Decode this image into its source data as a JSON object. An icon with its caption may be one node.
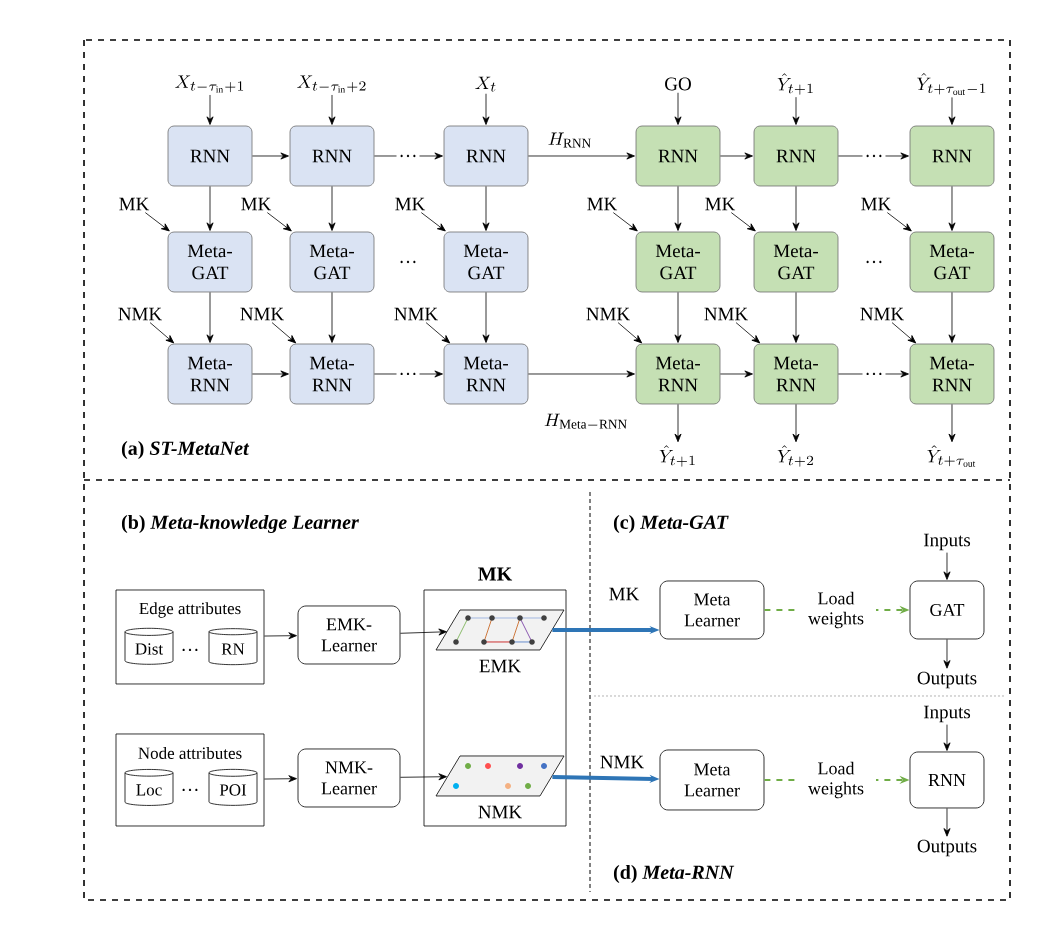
{
  "diagram": {
    "nodes": [
      {
        "text": [
          "X_{t-\\tau_{\\mathrm{in}}+1}"
        ]
      },
      {
        "text": [
          "X_{t-\\tau_{\\mathrm{in}}+2}"
        ]
      },
      {
        "text": [
          "X_t"
        ]
      },
      {
        "text": [
          "GO"
        ]
      },
      {
        "text": [
          "\\hat{Y}_{t+1}"
        ]
      },
      {
        "text": [
          "\\hat{Y}_{t+\\tau_{\\mathrm{out}}-1}"
        ]
      },
      {
        "text": [
          "RNN"
        ]
      },
      {
        "text": [
          "RNN"
        ]
      },
      {
        "text": [
          "RNN"
        ]
      },
      {
        "text": [
          "RNN"
        ]
      },
      {
        "text": [
          "RNN"
        ]
      },
      {
        "text": [
          "RNN"
        ]
      },
      {
        "text": [
          "Meta-GAT"
        ]
      },
      {
        "text": [
          "Meta-GAT"
        ]
      },
      {
        "text": [
          "Meta-GAT"
        ]
      },
      {
        "text": [
          "Meta-GAT"
        ]
      },
      {
        "text": [
          "Meta-GAT"
        ]
      },
      {
        "text": [
          "Meta-GAT"
        ]
      },
      {
        "text": [
          "Meta-RNN"
        ]
      },
      {
        "text": [
          "Meta-RNN"
        ]
      },
      {
        "text": [
          "Meta-RNN"
        ]
      },
      {
        "text": [
          "Meta-RNN"
        ]
      },
      {
        "text": [
          "Meta-RNN"
        ]
      },
      {
        "text": [
          "Meta-RNN"
        ]
      },
      {
        "text": [
          "\\hat{Y}_{t+1}"
        ]
      },
      {
        "text": [
          "\\hat{Y}_{t+2}"
        ]
      },
      {
        "text": [
          "\\hat{Y}_{t+\\tau_{\\mathrm{out}}}"
        ]
      },
      {
        "text": [
          "MK"
        ]
      },
      {
        "text": [
          "MK"
        ]
      },
      {
        "text": [
          "MK"
        ]
      },
      {
        "text": [
          "MK"
        ]
      },
      {
        "text": [
          "MK"
        ]
      },
      {
        "text": [
          "MK"
        ]
      },
      {
        "text": [
          "NMK"
        ]
      },
      {
        "text": [
          "NMK"
        ]
      },
      {
        "text": [
          "NMK"
        ]
      },
      {
        "text": [
          "NMK"
        ]
      },
      {
        "text": [
          "NMK"
        ]
      },
      {
        "text": [
          "NMK"
        ]
      },
      {
        "text": [
          "Edge attributes"
        ]
      },
      {
        "text": [
          "Dist"
        ],
        "in": 39
      },
      {
        "text": [
          "RN"
        ],
        "in": 39
      },
      {
        "text": [
          "Node attributes"
        ]
      },
      {
        "text": [
          "Loc"
        ],
        "in": 42
      },
      {
        "text": [
          "POI"
        ],
        "in": 42
      },
      {
        "text": [
          "EMK-Learner"
        ]
      },
      {
        "text": [
          "NMK-Learner"
        ]
      },
      {
        "text": [
          "MK"
        ]
      },
      {
        "text": [
          "EMK"
        ],
        "in": 47
      },
      {
        "text": [
          "NMK"
        ],
        "in": 47
      },
      {
        "text": [
          "Meta Learner"
        ]
      },
      {
        "text": [
          "GAT"
        ]
      },
      {
        "text": [
          "Inputs"
        ]
      },
      {
        "text": [
          "Outputs"
        ]
      },
      {
        "text": [
          "Meta Learner"
        ]
      },
      {
        "text": [
          "RNN"
        ]
      },
      {
        "text": [
          "Inputs"
        ]
      },
      {
        "text": [
          "Outputs"
        ]
      }
    ],
    "edges": [
      {
        "from": 0,
        "to": 6,
        "arrow": "to"
      },
      {
        "from": 1,
        "to": 7,
        "arrow": "to"
      },
      {
        "from": 2,
        "to": 8,
        "arrow": "to"
      },
      {
        "from": 3,
        "to": 9,
        "arrow": "to"
      },
      {
        "from": 4,
        "to": 10,
        "arrow": "to"
      },
      {
        "from": 5,
        "to": 11,
        "arrow": "to"
      },
      {
        "from": 6,
        "to": 7,
        "arrow": "to"
      },
      {
        "from": 7,
        "to": 8,
        "arrow": "to",
        "label": "…"
      },
      {
        "from": 8,
        "to": 9,
        "arrow": "to",
        "label": "H_{\\mathrm{RNN}}"
      },
      {
        "from": 9,
        "to": 10,
        "arrow": "to"
      },
      {
        "from": 10,
        "to": 11,
        "arrow": "to",
        "label": "…"
      },
      {
        "from": 6,
        "to": 12,
        "arrow": "to"
      },
      {
        "from": 7,
        "to": 13,
        "arrow": "to"
      },
      {
        "from": 8,
        "to": 14,
        "arrow": "to"
      },
      {
        "from": 9,
        "to": 15,
        "arrow": "to"
      },
      {
        "from": 10,
        "to": 16,
        "arrow": "to"
      },
      {
        "from": 11,
        "to": 17,
        "arrow": "to"
      },
      {
        "from": 12,
        "to": 18,
        "arrow": "to"
      },
      {
        "from": 13,
        "to": 19,
        "arrow": "to"
      },
      {
        "from": 14,
        "to": 20,
        "arrow": "to"
      },
      {
        "from": 15,
        "to": 21,
        "arrow": "to"
      },
      {
        "from": 16,
        "to": 22,
        "arrow": "to"
      },
      {
        "from": 17,
        "to": 23,
        "arrow": "to"
      },
      {
        "from": 18,
        "to": 19,
        "arrow": "to"
      },
      {
        "from": 19,
        "to": 20,
        "arrow": "to",
        "label": "…"
      },
      {
        "from": 20,
        "to": 21,
        "arrow": "to",
        "label": "H_{\\mathrm{Meta-RNN}}"
      },
      {
        "from": 21,
        "to": 22,
        "arrow": "to"
      },
      {
        "from": 22,
        "to": 23,
        "arrow": "to",
        "label": "…"
      },
      {
        "from": 21,
        "to": 24,
        "arrow": "to"
      },
      {
        "from": 22,
        "to": 25,
        "arrow": "to"
      },
      {
        "from": 23,
        "to": 26,
        "arrow": "to"
      },
      {
        "from": 27,
        "to": 12,
        "arrow": "to"
      },
      {
        "from": 28,
        "to": 13,
        "arrow": "to"
      },
      {
        "from": 29,
        "to": 14,
        "arrow": "to"
      },
      {
        "from": 30,
        "to": 15,
        "arrow": "to"
      },
      {
        "from": 31,
        "to": 16,
        "arrow": "to"
      },
      {
        "from": 32,
        "to": 17,
        "arrow": "to"
      },
      {
        "from": 33,
        "to": 18,
        "arrow": "to"
      },
      {
        "from": 34,
        "to": 19,
        "arrow": "to"
      },
      {
        "from": 35,
        "to": 20,
        "arrow": "to"
      },
      {
        "from": 36,
        "to": 21,
        "arrow": "to"
      },
      {
        "from": 37,
        "to": 22,
        "arrow": "to"
      },
      {
        "from": 38,
        "to": 23,
        "arrow": "to"
      },
      {
        "from": 39,
        "to": 45,
        "arrow": "to"
      },
      {
        "from": 42,
        "to": 46,
        "arrow": "to"
      },
      {
        "from": 45,
        "to": 48,
        "arrow": "to"
      },
      {
        "from": 46,
        "to": 49,
        "arrow": "to"
      },
      {
        "from": 48,
        "to": 50,
        "arrow": "to",
        "label": "MK",
        "style": "thick",
        "color": "#2e75b6"
      },
      {
        "from": 49,
        "to": 54,
        "arrow": "to",
        "label": "NMK",
        "style": "thick",
        "color": "#2e75b6"
      },
      {
        "from": 50,
        "to": 51,
        "arrow": "to",
        "label": "Load weights",
        "style": "dashed",
        "color": "#70ad47"
      },
      {
        "from": 54,
        "to": 55,
        "arrow": "to",
        "label": "Load weights",
        "style": "dashed",
        "color": "#70ad47"
      },
      {
        "from": 52,
        "to": 51,
        "arrow": "to"
      },
      {
        "from": 51,
        "to": 53,
        "arrow": "to"
      },
      {
        "from": 56,
        "to": 55,
        "arrow": "to"
      },
      {
        "from": 55,
        "to": 57,
        "arrow": "to"
      }
    ],
    "labels": [
      "…",
      "…",
      "(a) *ST-MetaNet*",
      "(b) *Meta-knowledge Learner*",
      "…",
      "…",
      "(c) *Meta-GAT*",
      "(d) *Meta-RNN*"
    ]
  }
}
